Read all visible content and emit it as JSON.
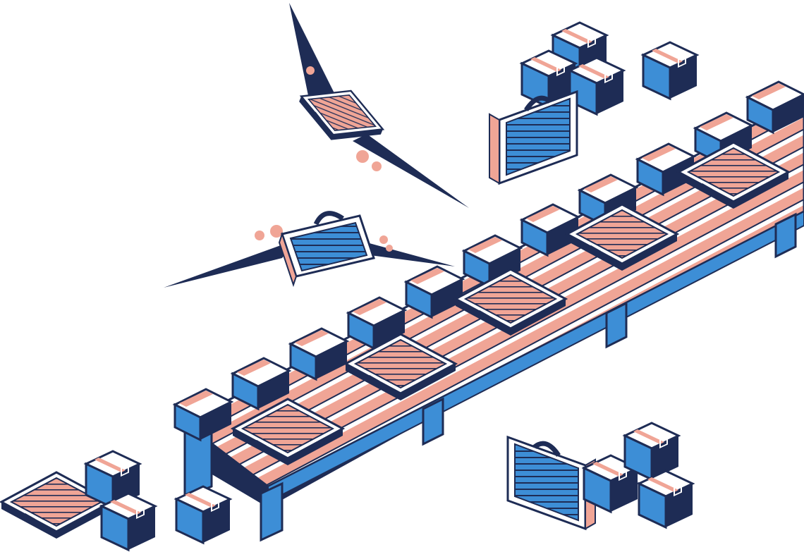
{
  "scene": {
    "description_visible_text": "",
    "colors": {
      "navy": "#1e2c55",
      "blue": "#3d8ed6",
      "salmon": "#f0a596",
      "pink_light": "#f7cfc6",
      "white": "#ffffff"
    },
    "objects": {
      "conveyor": "conveyor-belt",
      "suitcases_on_belt": 5,
      "flying_suitcases": 2,
      "boxes": 10,
      "loose_suitcases": 3
    }
  }
}
